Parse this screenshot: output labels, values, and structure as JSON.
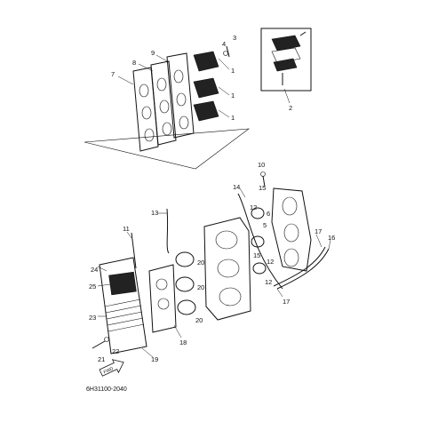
{
  "diagram_code": "6H31100-2040",
  "callouts": [
    "1",
    "2",
    "3",
    "4",
    "5",
    "6",
    "7",
    "8",
    "9",
    "10",
    "11",
    "12",
    "13",
    "14",
    "15",
    "16",
    "17",
    "18",
    "19",
    "20",
    "21",
    "22",
    "23",
    "24",
    "25"
  ],
  "arrow_label": "FWD",
  "icons": [
    "fwd-arrow-icon"
  ]
}
